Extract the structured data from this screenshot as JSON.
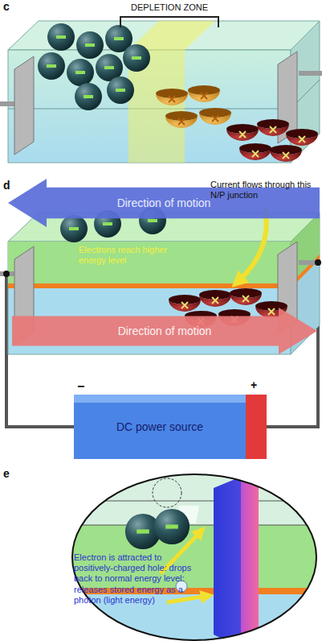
{
  "diagram": {
    "nodes": [
      {
        "text": [
          "Direction of motion"
        ]
      },
      {
        "text": [
          "Direction of motion"
        ]
      },
      {
        "text": [
          "DC power source"
        ]
      }
    ],
    "labels": [
      "c",
      "DEPLETION ZONE",
      "d",
      "Current flows through this N/P junction",
      "Electrons reach higher energy level",
      "−",
      "+",
      "e",
      "Electron is attracted to positively-charged hole: drops back to normal energy level: releases stored energy as a photon (light energy)"
    ]
  }
}
